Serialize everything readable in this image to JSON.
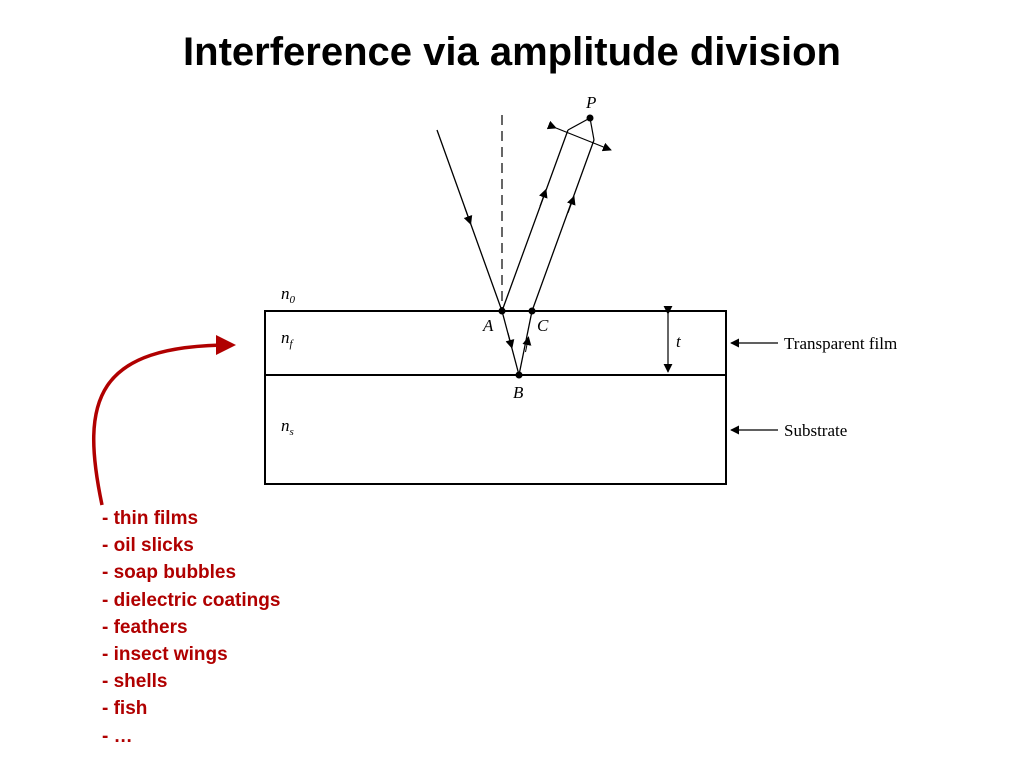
{
  "title": "Interference via amplitude division",
  "diagram": {
    "point_P": "P",
    "point_A": "A",
    "point_B": "B",
    "point_C": "C",
    "thickness_label": "t",
    "n0": {
      "base": "n",
      "sub": "0"
    },
    "nf": {
      "base": "n",
      "sub": "f"
    },
    "ns": {
      "base": "n",
      "sub": "s"
    },
    "film_label": "Transparent film",
    "substrate_label": "Substrate"
  },
  "examples": [
    "- thin films",
    "- oil slicks",
    "- soap bubbles",
    "- dielectric coatings",
    "- feathers",
    "- insect wings",
    "- shells",
    "- fish",
    "- …"
  ],
  "colors": {
    "accent": "#b00000",
    "text": "#000000",
    "background": "#ffffff"
  }
}
